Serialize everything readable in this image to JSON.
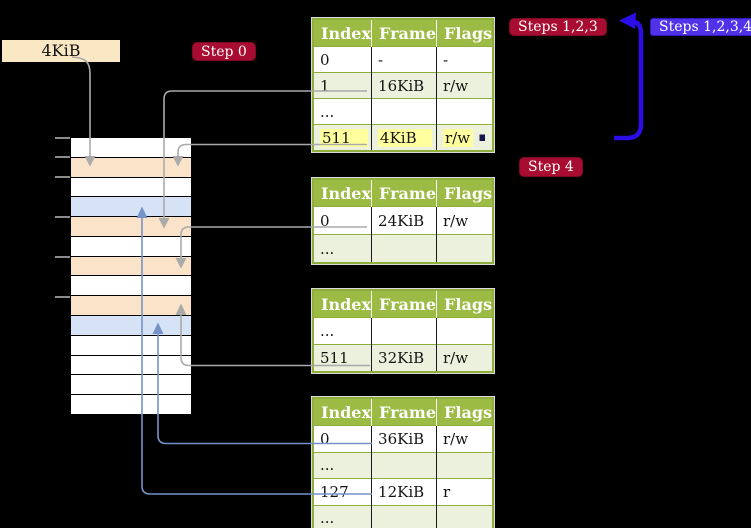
{
  "colors": {
    "bg": "#000000",
    "table_header_bg": "#9cbb44",
    "table_border": "#8fae3c",
    "table_row_alt": "#ebf1dc",
    "table_col_divider": "#1a1a1a",
    "highlight_yellow": "#ffff9e",
    "badge_red": "#a80d31",
    "badge_blue": "#5232e9",
    "arrow_blue": "#2b0de8",
    "connector_gray": "#aaaaaa",
    "connector_blue": "#7593c9",
    "frame_pagetable": "#fbe3c9",
    "frame_mapped": "#d6e2f6",
    "frame_free": "#ffffff",
    "label_box_bg": "#fae7c3",
    "tick_gray": "#8c8c8c"
  },
  "labels": {
    "frame_size": "4KiB",
    "badge_step0": "Step 0",
    "badge_steps123": "Steps 1,2,3",
    "badge_steps1234": "Steps 1,2,3,4",
    "badge_step4": "Step 4"
  },
  "memory_column": {
    "rows": [
      "free",
      "pagetable",
      "free",
      "mapped",
      "pagetable",
      "free",
      "pagetable",
      "free",
      "pagetable",
      "mapped",
      "free",
      "free",
      "free",
      "free"
    ],
    "tick_count": 6
  },
  "tables": [
    {
      "name": "level-4-table",
      "headers": [
        "Index",
        "Frame",
        "Flags"
      ],
      "rows": [
        {
          "index": "0",
          "frame": "-",
          "flags": "-"
        },
        {
          "index": "1",
          "frame": "16KiB",
          "flags": "r/w"
        },
        {
          "index": "...",
          "frame": "",
          "flags": ""
        },
        {
          "index": "511",
          "frame": "4KiB",
          "flags": "r/w"
        }
      ]
    },
    {
      "name": "level-3-table",
      "headers": [
        "Index",
        "Frame",
        "Flags"
      ],
      "rows": [
        {
          "index": "0",
          "frame": "24KiB",
          "flags": "r/w"
        },
        {
          "index": "...",
          "frame": "",
          "flags": ""
        }
      ]
    },
    {
      "name": "level-2-table",
      "headers": [
        "Index",
        "Frame",
        "Flags"
      ],
      "rows": [
        {
          "index": "...",
          "frame": "",
          "flags": ""
        },
        {
          "index": "511",
          "frame": "32KiB",
          "flags": "r/w"
        }
      ]
    },
    {
      "name": "level-1-table",
      "headers": [
        "Index",
        "Frame",
        "Flags"
      ],
      "rows": [
        {
          "index": "0",
          "frame": "36KiB",
          "flags": "r/w"
        },
        {
          "index": "...",
          "frame": "",
          "flags": ""
        },
        {
          "index": "127",
          "frame": "12KiB",
          "flags": "r"
        },
        {
          "index": "...",
          "frame": "",
          "flags": ""
        }
      ]
    }
  ]
}
